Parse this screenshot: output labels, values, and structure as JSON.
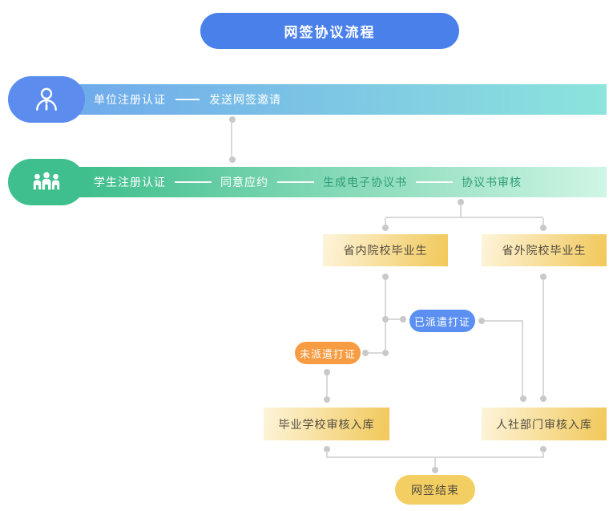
{
  "title": "网签协议流程",
  "lanes": [
    {
      "icon": "person-icon",
      "steps": [
        "单位注册认证",
        "发送网签邀请"
      ]
    },
    {
      "icon": "people-icon",
      "steps": [
        "学生注册认证",
        "同意应约",
        "生成电子协议书",
        "协议书审核"
      ]
    }
  ],
  "nodes": {
    "in_province": "省内院校毕业生",
    "out_province": "省外院校毕业生",
    "dispatched": "已派遣打证",
    "not_dispatched": "未派遣打证",
    "school_review": "毕业学校审核入库",
    "hr_review": "人社部门审核入库",
    "finish": "网签结束"
  },
  "colors": {
    "title_blue": "#4A80E9",
    "unit_capsule_blue": "#5B8CEE",
    "unit_bar_start": "#6FAAEC",
    "unit_bar_end": "#8CE4DC",
    "student_capsule_green": "#3FBF8D",
    "student_bar_start": "#3DBE8B",
    "student_bar_end": "#CFF5E5",
    "step_text_green": "#2F9E77",
    "box_gold_start": "#FDF4DA",
    "box_gold_end": "#F1C859",
    "dispatched_blue": "#5B90F2",
    "not_dispatched_orange": "#F89C43",
    "finish_yellow": "#F3CF63",
    "connector_gray": "#D9D9D9"
  }
}
